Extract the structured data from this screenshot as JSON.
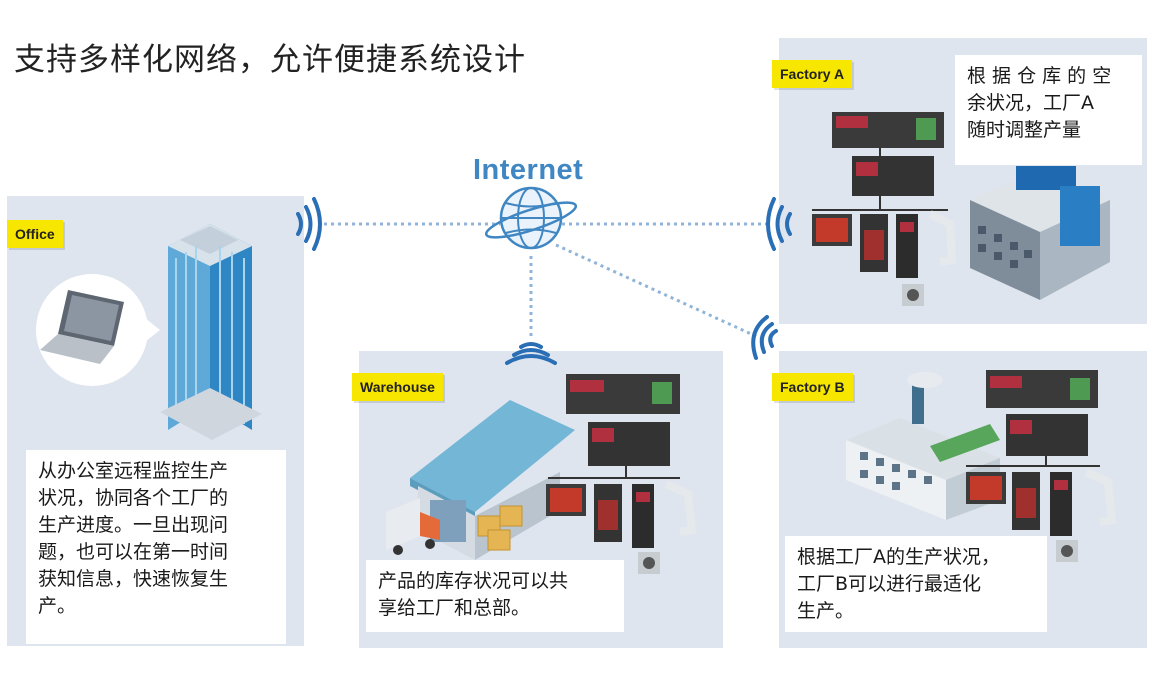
{
  "title": "支持多样化网络，允许便捷系统设计",
  "center": {
    "label": "Internet"
  },
  "office": {
    "tag": "Office",
    "note_lines": [
      "从办公室远程监控生产",
      "状况，协同各个工厂的",
      "生产进度。一旦出现问",
      "题，也可以在第一时间",
      "获知信息，快速恢复生",
      "产。"
    ]
  },
  "warehouse": {
    "tag": "Warehouse",
    "note_lines": [
      "产品的库存状况可以共",
      "享给工厂和总部。"
    ]
  },
  "factory_a": {
    "tag": "Factory A",
    "note_lines": [
      "根 据 仓 库 的 空",
      "余状况，工厂A",
      "随时调整产量"
    ]
  },
  "factory_b": {
    "tag": "Factory B",
    "note_lines": [
      "根据工厂A的生产状况，",
      "工厂B可以进行最适化",
      "生产。"
    ]
  },
  "colors": {
    "panel": "#dfe5ef",
    "tag": "#f7e600",
    "internet": "#3f86c2",
    "signal": "#2a6fb5",
    "link": "#8fb4d8"
  }
}
